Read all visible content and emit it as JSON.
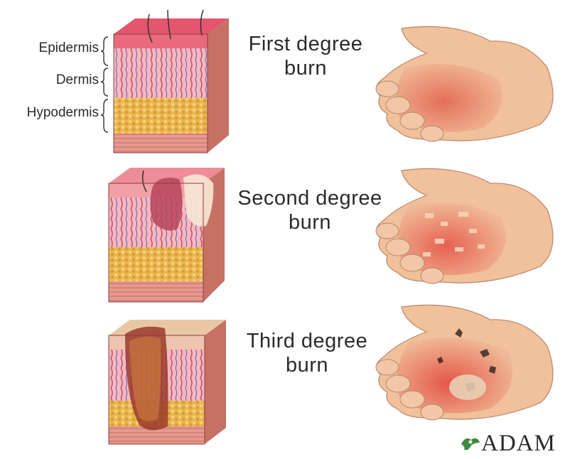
{
  "layer_labels": [
    {
      "name": "epidermis",
      "text": "Epidermis"
    },
    {
      "name": "dermis",
      "text": "Dermis"
    },
    {
      "name": "hypodermis",
      "text": "Hypodermis"
    }
  ],
  "rows": [
    {
      "id": "first",
      "line1": "First degree",
      "line2": "burn"
    },
    {
      "id": "second",
      "line1": "Second degree",
      "line2": "burn"
    },
    {
      "id": "third",
      "line1": "Third degree",
      "line2": "burn"
    }
  ],
  "logo": {
    "text": "ADAM"
  },
  "colors": {
    "skin_pink": "#f2a0a2",
    "dermis_red": "#d9485a",
    "fat_yellow": "#e8b44a",
    "muscle": "#d98a7d",
    "hand_skin": "#f0c19a",
    "burn_red": "#e0614f",
    "logo_green": "#3d8a3a"
  }
}
